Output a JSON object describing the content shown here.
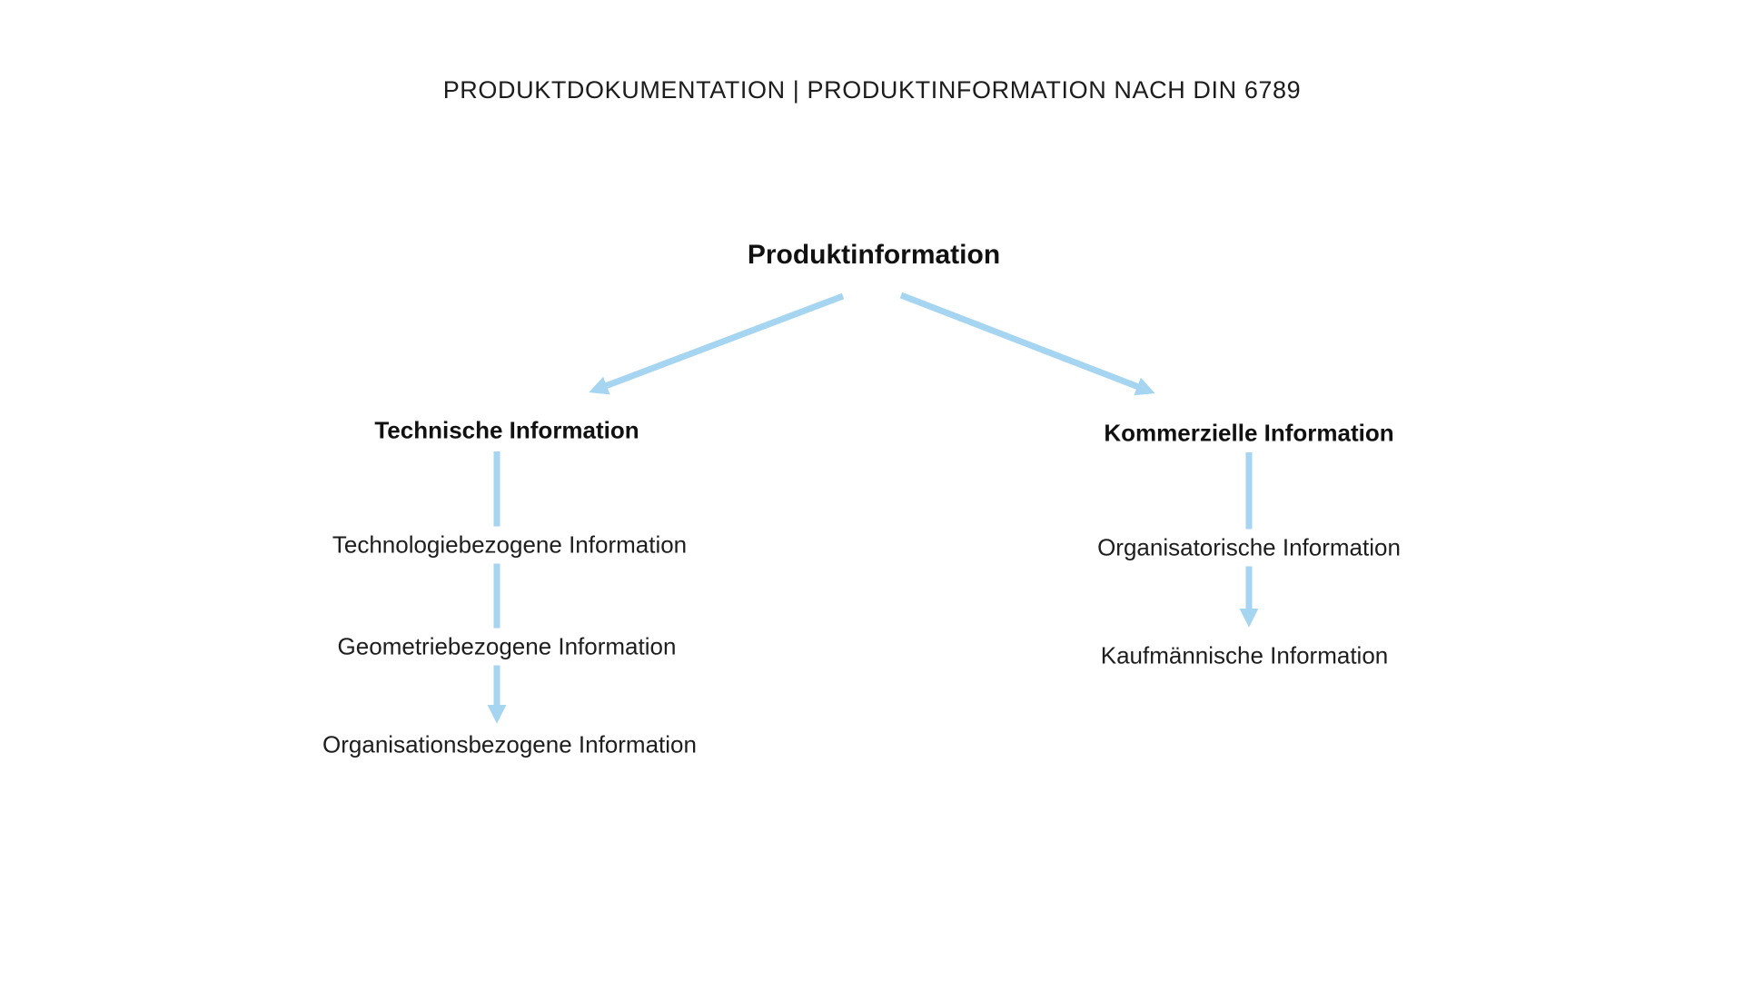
{
  "page": {
    "title": "PRODUKTDOKUMENTATION | PRODUKTINFORMATION NACH DIN 6789"
  },
  "diagram": {
    "root_label": "Produktinformation",
    "arrow_color": "#A5D5F0",
    "left_branch": {
      "header": "Technische Information",
      "items": [
        "Technologiebezogene Information",
        "Geometriebezogene Information",
        "Organisationsbezogene Information"
      ]
    },
    "right_branch": {
      "header": "Kommerzielle Information",
      "items": [
        "Organisatorische Information",
        "Kaufmännische Information"
      ]
    }
  }
}
